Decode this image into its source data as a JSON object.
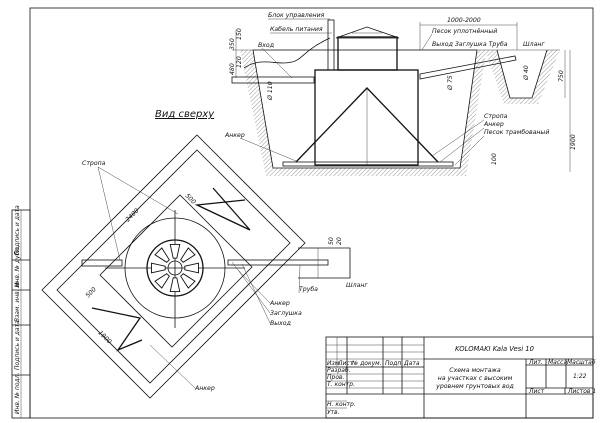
{
  "section_view": {
    "labels": {
      "control_unit": "Блок управления",
      "power_cable": "Кабель питания",
      "inlet": "Вход",
      "compacted_sand": "Песок уплотнённый",
      "outlet_plug_pipe": "Выход Заглушка Труба",
      "hose": "Шланг",
      "strap": "Стропа",
      "anchor": "Анкер",
      "rammed_sand": "Песок трамбованый",
      "anchor_left": "Анкер"
    },
    "dimensions": {
      "width_range": "1000-2000",
      "d350": "350",
      "d150": "150",
      "d480": "480",
      "d120": "120",
      "d110": "Ø 110",
      "d75": "Ø 75",
      "d40": "Ø 40",
      "d750": "750",
      "d1900": "1900",
      "d100": "100"
    }
  },
  "top_view": {
    "title": "Вид сверху",
    "labels": {
      "strap": "Стропа",
      "anchor": "Анкер",
      "plug": "Заглушка",
      "outlet": "Выход",
      "pipe": "Труба",
      "hose": "Шланг",
      "anchor_bottom": "Анкер"
    },
    "dimensions": {
      "d2400": "2400",
      "d500a": "500",
      "d500b": "500",
      "d1900": "1900",
      "d50": "50",
      "d20": "20"
    }
  },
  "side_strip": [
    "Инв. № подл.",
    "Подпись и дата",
    "Взам. инв. №",
    "Инв. № дубл.",
    "Подпись и дата"
  ],
  "title_block": {
    "product": "KOLOMAKI Kala Vesi 10",
    "description_lines": [
      "Схема монтажа",
      "на участках с высоким",
      "уровнем грунтовых вод"
    ],
    "col_headers": [
      "Изм.",
      "Лист",
      "№ докум.",
      "Подп.",
      "Дата"
    ],
    "roles": [
      "Разраб.",
      "Пров.",
      "Т. контр.",
      "Н. контр.",
      "Утв."
    ],
    "lit": "Лит.",
    "mass": "Масса",
    "scale_label": "Масштаб",
    "scale_value": "1:22",
    "sheet": "Лист",
    "sheets": "Листов 1"
  }
}
